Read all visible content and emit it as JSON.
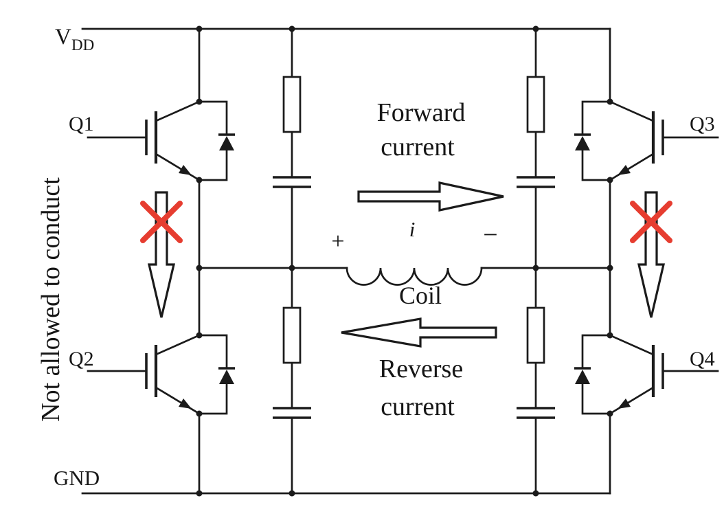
{
  "colors": {
    "line": "#1b1b1b",
    "green": "#3db51f",
    "red": "#e63d30",
    "background": "#ffffff"
  },
  "rails": {
    "vdd_base": "V",
    "vdd_sub": "DD",
    "gnd": "GND"
  },
  "transistors": {
    "q1": "Q1",
    "q2": "Q2",
    "q3": "Q3",
    "q4": "Q4"
  },
  "coil": {
    "label": "Coil",
    "current_symbol": "i",
    "plus": "+",
    "minus": "−"
  },
  "annotations": {
    "forward": [
      "Forward",
      "current"
    ],
    "reverse": [
      "Reverse",
      "current"
    ],
    "not_allowed": "Not allowed to conduct"
  },
  "symbols": {
    "forward_arrow": "hollow-right-arrow",
    "reverse_arrow": "hollow-left-arrow",
    "blocked_left_arrow": "hollow-down-arrow-with-red-x",
    "blocked_right_arrow": "hollow-down-arrow-with-red-x"
  }
}
